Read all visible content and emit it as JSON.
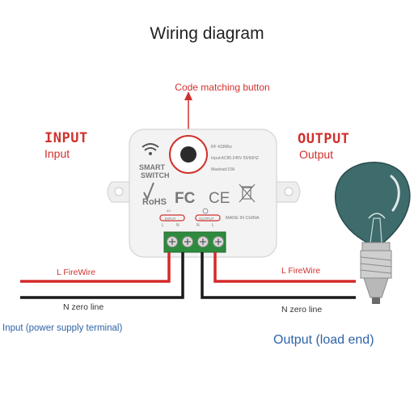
{
  "diagram": {
    "title": "Wiring diagram",
    "button_label": "Code matching button",
    "input_title": "INPUT",
    "input_sub": "Input",
    "output_title": "OUTPUT",
    "output_sub": "Output",
    "l_firewire_left": "L FireWire",
    "l_firewire_right": "L FireWire",
    "n_zero_left": "N zero line",
    "n_zero_right": "N zero line",
    "input_note": "Input (power supply terminal)",
    "output_note": "Output (load end)"
  },
  "device": {
    "brand": "SMART\nSWITCH",
    "spec_freq": "RF 433Mhz",
    "spec_input": "Input:AC85-245V 50/60HZ",
    "spec_load": "Maxload:10A",
    "rohs": "RoHS",
    "fc": "FC",
    "ce": "CE",
    "made_in": "MADE IN CHINA",
    "input_tag": "INPUT",
    "output_tag": "OUTPUT",
    "terminal_letters": [
      "L",
      "N",
      "N",
      "L"
    ]
  },
  "colors": {
    "live_wire": "#d42a2a",
    "neutral_wire": "#1a1a1a",
    "terminal_block": "#2e8b3e",
    "accent_red": "#d0312d",
    "note_blue": "#2f63a8"
  }
}
